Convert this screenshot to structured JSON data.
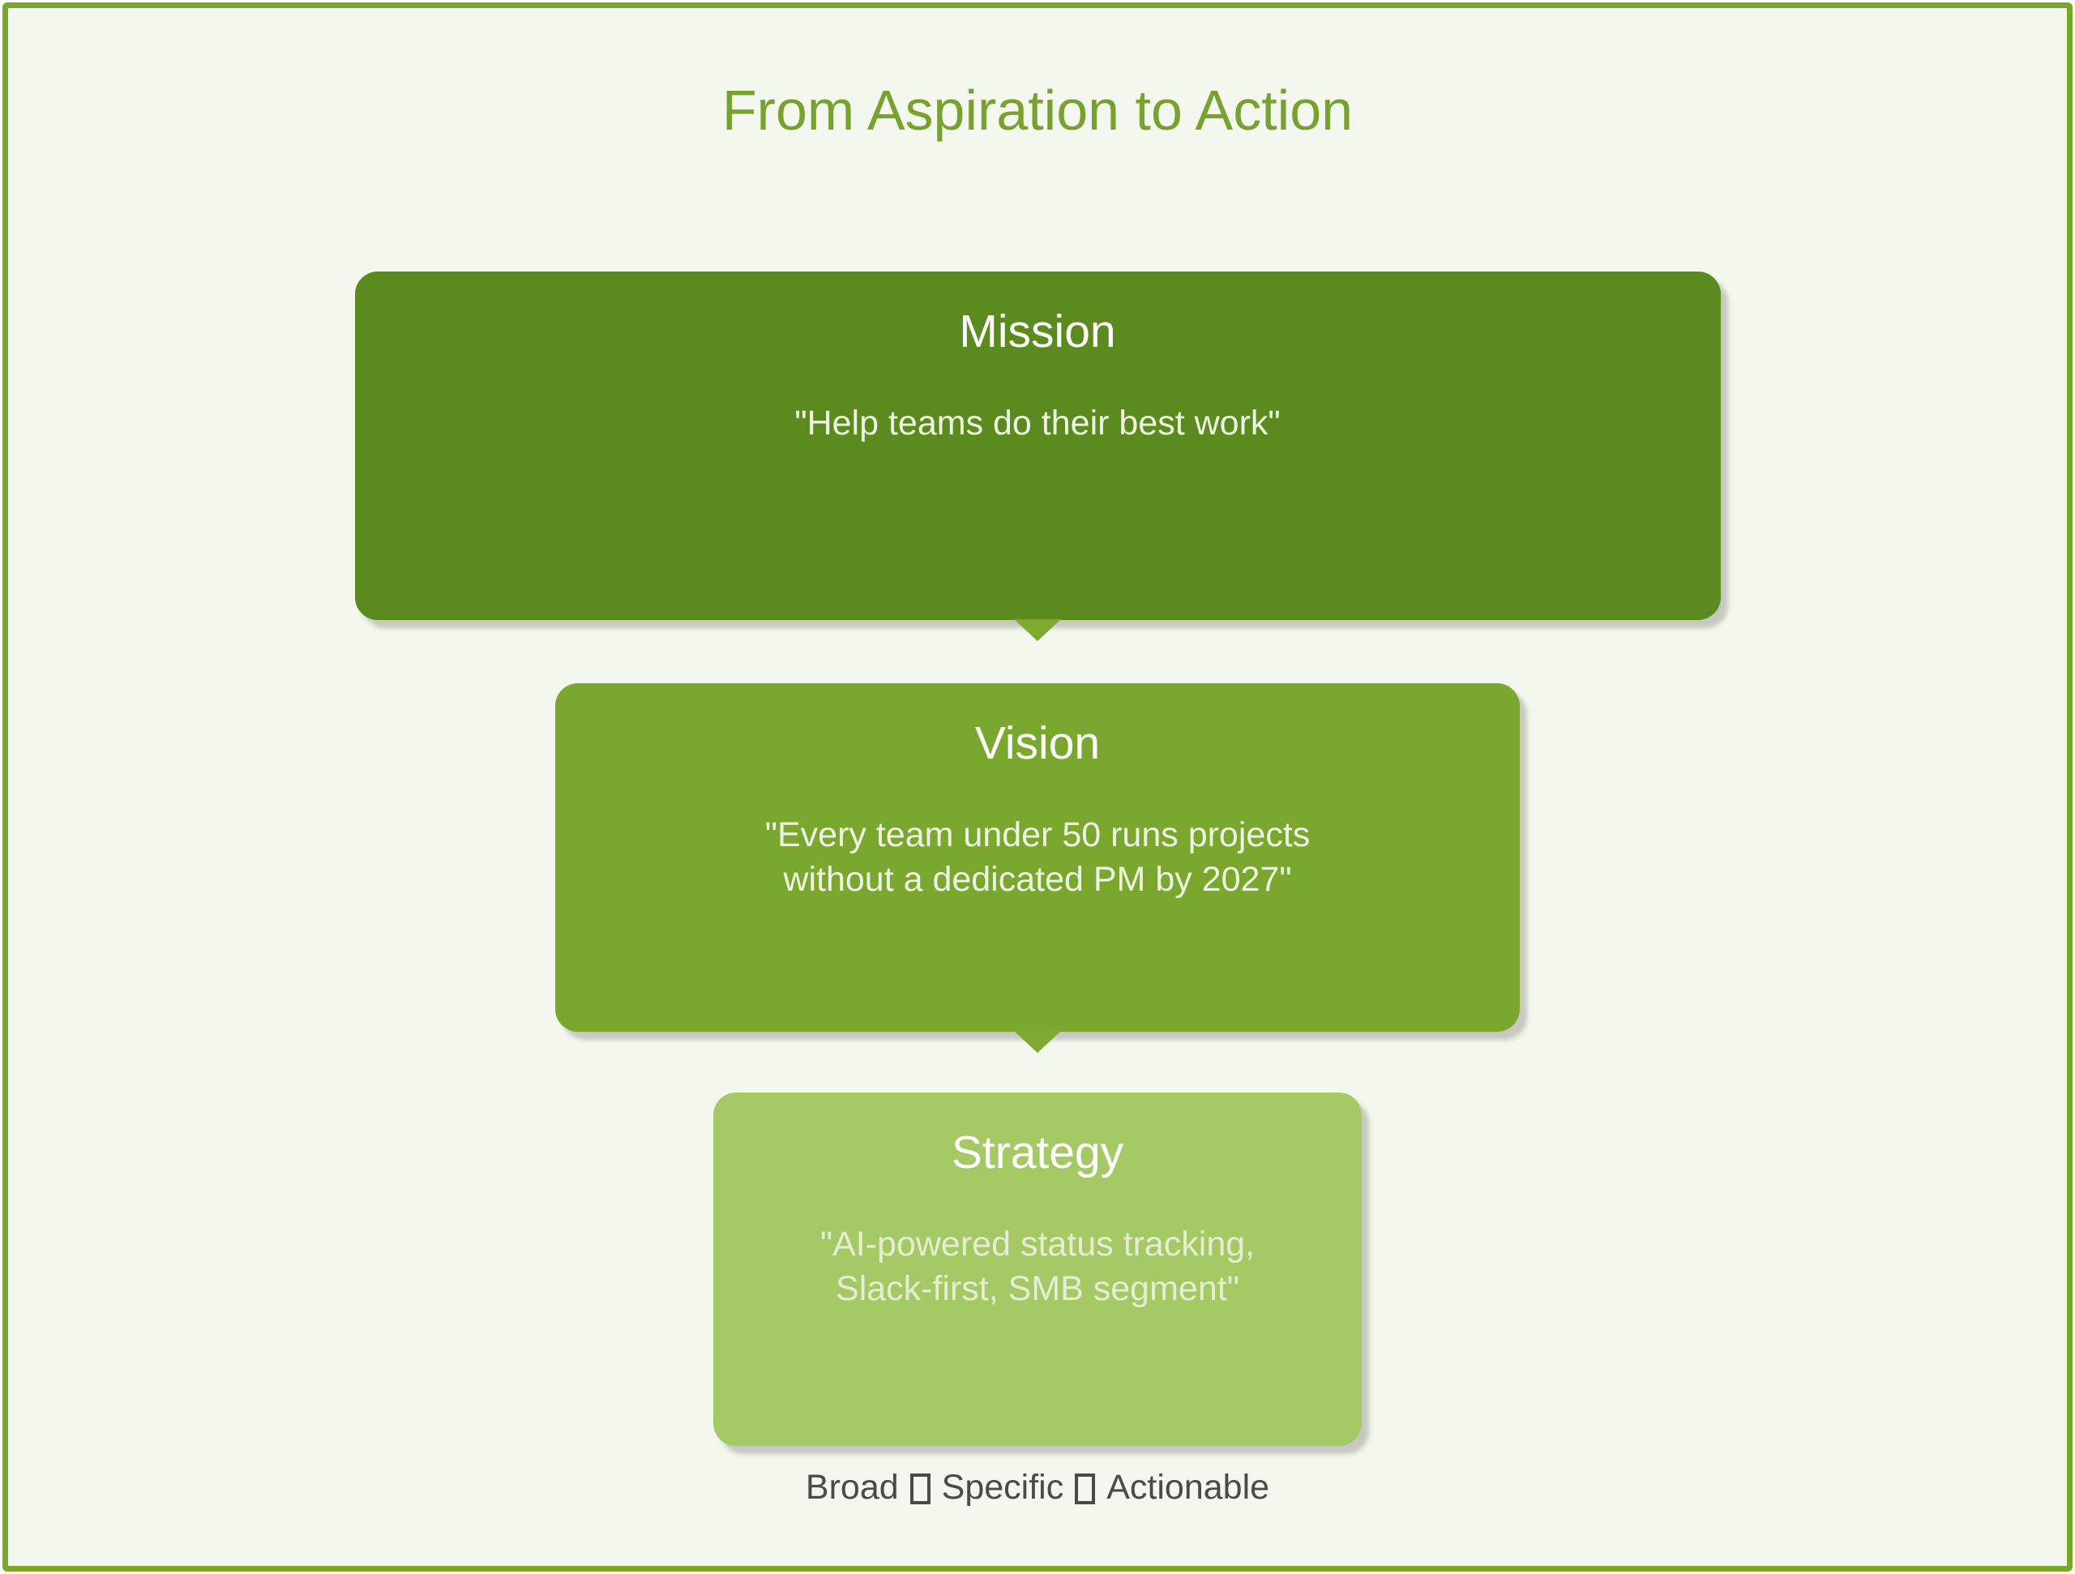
{
  "title": "From Aspiration to Action",
  "colors": {
    "page_bg": "#f4f7ee",
    "page_border": "#7aa62c",
    "title_text": "#76a22d",
    "arrow": "#7dab31",
    "caption_text": "#4a4a47",
    "box_label_text": "#ffffff",
    "quote_text_dark_boxes": "#eef3e3",
    "quote_text_light_box": "#e5eed3"
  },
  "boxes": [
    {
      "label": "Mission",
      "color": "#5b8b1f",
      "quote_lines": [
        "\"Help teams do their best work\""
      ]
    },
    {
      "label": "Vision",
      "color": "#7aa72d",
      "quote_lines": [
        "\"Every team under 50 runs projects",
        "without a dedicated PM by 2027\""
      ]
    },
    {
      "label": "Strategy",
      "color": "#a4c965",
      "quote_lines": [
        "\"AI-powered status tracking,",
        "Slack-first, SMB segment\""
      ]
    }
  ],
  "caption": {
    "segments": [
      "Broad",
      "Specific",
      "Actionable"
    ]
  }
}
